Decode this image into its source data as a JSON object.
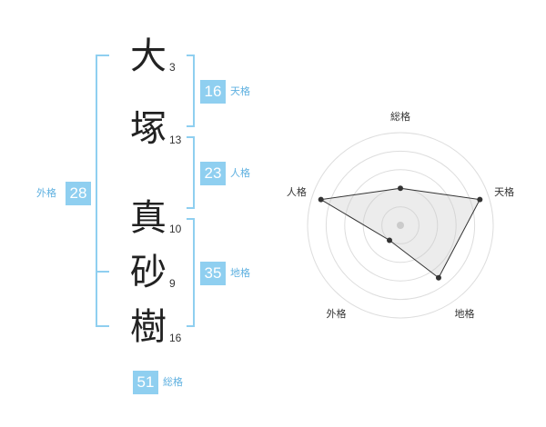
{
  "name": [
    {
      "char": "大",
      "strokes": "3"
    },
    {
      "char": "塚",
      "strokes": "13"
    },
    {
      "char": "真",
      "strokes": "10"
    },
    {
      "char": "砂",
      "strokes": "9"
    },
    {
      "char": "樹",
      "strokes": "16"
    }
  ],
  "kaku": {
    "tenkaku": {
      "value": "16",
      "label": "天格"
    },
    "jinkaku": {
      "value": "23",
      "label": "人格"
    },
    "chikaku": {
      "value": "35",
      "label": "地格"
    },
    "gaikaku": {
      "value": "28",
      "label": "外格"
    },
    "soukaku": {
      "value": "51",
      "label": "総格"
    }
  },
  "colors": {
    "accent": "#8fcff0",
    "label": "#5eb0e0"
  },
  "chart_data": {
    "type": "radar",
    "axes": [
      "総格",
      "天格",
      "地格",
      "外格",
      "人格"
    ],
    "values": [
      2,
      4.5,
      3.5,
      1,
      4.5
    ],
    "max": 5,
    "rings": 5
  }
}
